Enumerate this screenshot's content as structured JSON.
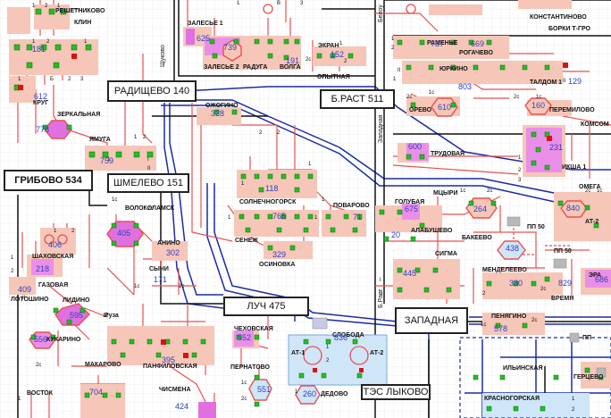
{
  "major_nodes": {
    "radishchevo": "РАДИЩЕВО 140",
    "gribovo": "ГРИБОВО 534",
    "shmelevo": "ШМЕЛЕВО 151",
    "brast": "Б.РАСТ 511",
    "luch": "ЛУЧ 475",
    "zapadnaya": "ЗАПАДНАЯ",
    "tes_lykovo": "ТЭС ЛЫКОВО"
  },
  "stations": [
    {
      "name": "РЕШЕТНИКОВО",
      "num": ""
    },
    {
      "name": "КЛИН",
      "num": "181"
    },
    {
      "name": "КРУГ",
      "num": "612"
    },
    {
      "name": "ЗЕРКАЛЬНАЯ",
      "num": "778"
    },
    {
      "name": "ЯМУГА",
      "num": "759"
    },
    {
      "name": "ЗАЛЕСЬЕ 1",
      "num": "625"
    },
    {
      "name": "ЗАЛЕСЬЕ 2",
      "num": "739"
    },
    {
      "name": "РАДУГА",
      "num": ""
    },
    {
      "name": "ВОЛГА",
      "num": "191"
    },
    {
      "name": "ЭКРАН",
      "num": "152"
    },
    {
      "name": "ОПЫТНАЯ",
      "num": ""
    },
    {
      "name": "ОЖОГИНО",
      "num": "328"
    },
    {
      "name": "СОЛНЕЧНОГОРСК",
      "num": "118"
    },
    {
      "name": "СЕНЕЖ",
      "num": "765"
    },
    {
      "name": "ОСИНОВКА",
      "num": "329"
    },
    {
      "name": "ПОВАРОВО",
      "num": "71"
    },
    {
      "name": "КОНСТАНТИНОВО",
      "num": ""
    },
    {
      "name": "РАМЕНЬЕ",
      "num": "787"
    },
    {
      "name": "РОГАЧЕВО",
      "num": "669"
    },
    {
      "name": "БОРКИ Т-ГРО",
      "num": ""
    },
    {
      "name": "ЮРКИНО",
      "num": "803"
    },
    {
      "name": "ТАЛДОМ 1",
      "num": "129"
    },
    {
      "name": "ОРЕВО",
      "num": "610"
    },
    {
      "name": "ПЕРЕМИЛОВО",
      "num": "160"
    },
    {
      "name": "КОМСОМ",
      "num": ""
    },
    {
      "name": "ТРУДОВАЯ",
      "num": "600"
    },
    {
      "name": "ИКША 1",
      "num": "231"
    },
    {
      "name": "ВОЛОКОЛАМСК",
      "num": "405"
    },
    {
      "name": "ШАХОВСКАЯ",
      "num": "406"
    },
    {
      "name": "ГАЗОВАЯ",
      "num": "218"
    },
    {
      "name": "ЛОТОШИНО",
      "num": "409"
    },
    {
      "name": "АНИНО",
      "num": "302"
    },
    {
      "name": "СЫЧИ",
      "num": "171"
    },
    {
      "name": "ЛИДИНО",
      "num": "595"
    },
    {
      "name": "Руза",
      "num": ""
    },
    {
      "name": "КУКАРИНО",
      "num": "556"
    },
    {
      "name": "МАКАРОВО",
      "num": "704"
    },
    {
      "name": "ВОСТОК",
      "num": ""
    },
    {
      "name": "ПАНФИЛОВСКАЯ",
      "num": "395"
    },
    {
      "name": "ЧИСМЕНА",
      "num": "424"
    },
    {
      "name": "ЧЕХОВСКАЯ",
      "num": "552"
    },
    {
      "name": "ПЕРНАТОВО",
      "num": "551"
    },
    {
      "name": "СЛОБОДА",
      "num": "836"
    },
    {
      "name": "ДЕДОВО",
      "num": "260"
    },
    {
      "name": "ГОЛУБАЯ",
      "num": "675"
    },
    {
      "name": "АЛАБУШЕВО",
      "num": "20"
    },
    {
      "name": "МЦЫРИ",
      "num": "264"
    },
    {
      "name": "БАКЕЕВО",
      "num": "438"
    },
    {
      "name": "ОМЕГА",
      "num": "840"
    },
    {
      "name": "СИГМА",
      "num": "445"
    },
    {
      "name": "МЕНДЕЛЕЕВО",
      "num": "330"
    },
    {
      "name": "ВРЕМЯ",
      "num": "829"
    },
    {
      "name": "ЭРА",
      "num": "686"
    },
    {
      "name": "ПЕНЯГИНО",
      "num": "578"
    },
    {
      "name": "ИЛЬИНСКАЯ",
      "num": ""
    },
    {
      "name": "КРАСНОГОРСКАЯ",
      "num": ""
    },
    {
      "name": "ГЕРЦЕВО",
      "num": ""
    }
  ],
  "misc_labels": {
    "at1": "АТ-1",
    "at2": "АТ-2",
    "at2_omega": "АТ-2",
    "pp50_a": "ПП 50",
    "pp50_b": "ПП 50",
    "pp_right": "ПП",
    "vert_shchukovo": "Щуково",
    "vert_beloy": "Белоу",
    "vert_zapadnaya": "Западная",
    "vert_brast": "Б.Раст"
  },
  "colors": {
    "red_line": "#e85050",
    "blue_line": "#1a2aa8",
    "black_line": "#111111",
    "station_bg": "#f6c6b8",
    "magenta": "#e070e0",
    "green_sw": "#22c022",
    "red_sw": "#dd1111",
    "substation_blue": "#cfe6f8",
    "grid": "#e3e3e3"
  }
}
